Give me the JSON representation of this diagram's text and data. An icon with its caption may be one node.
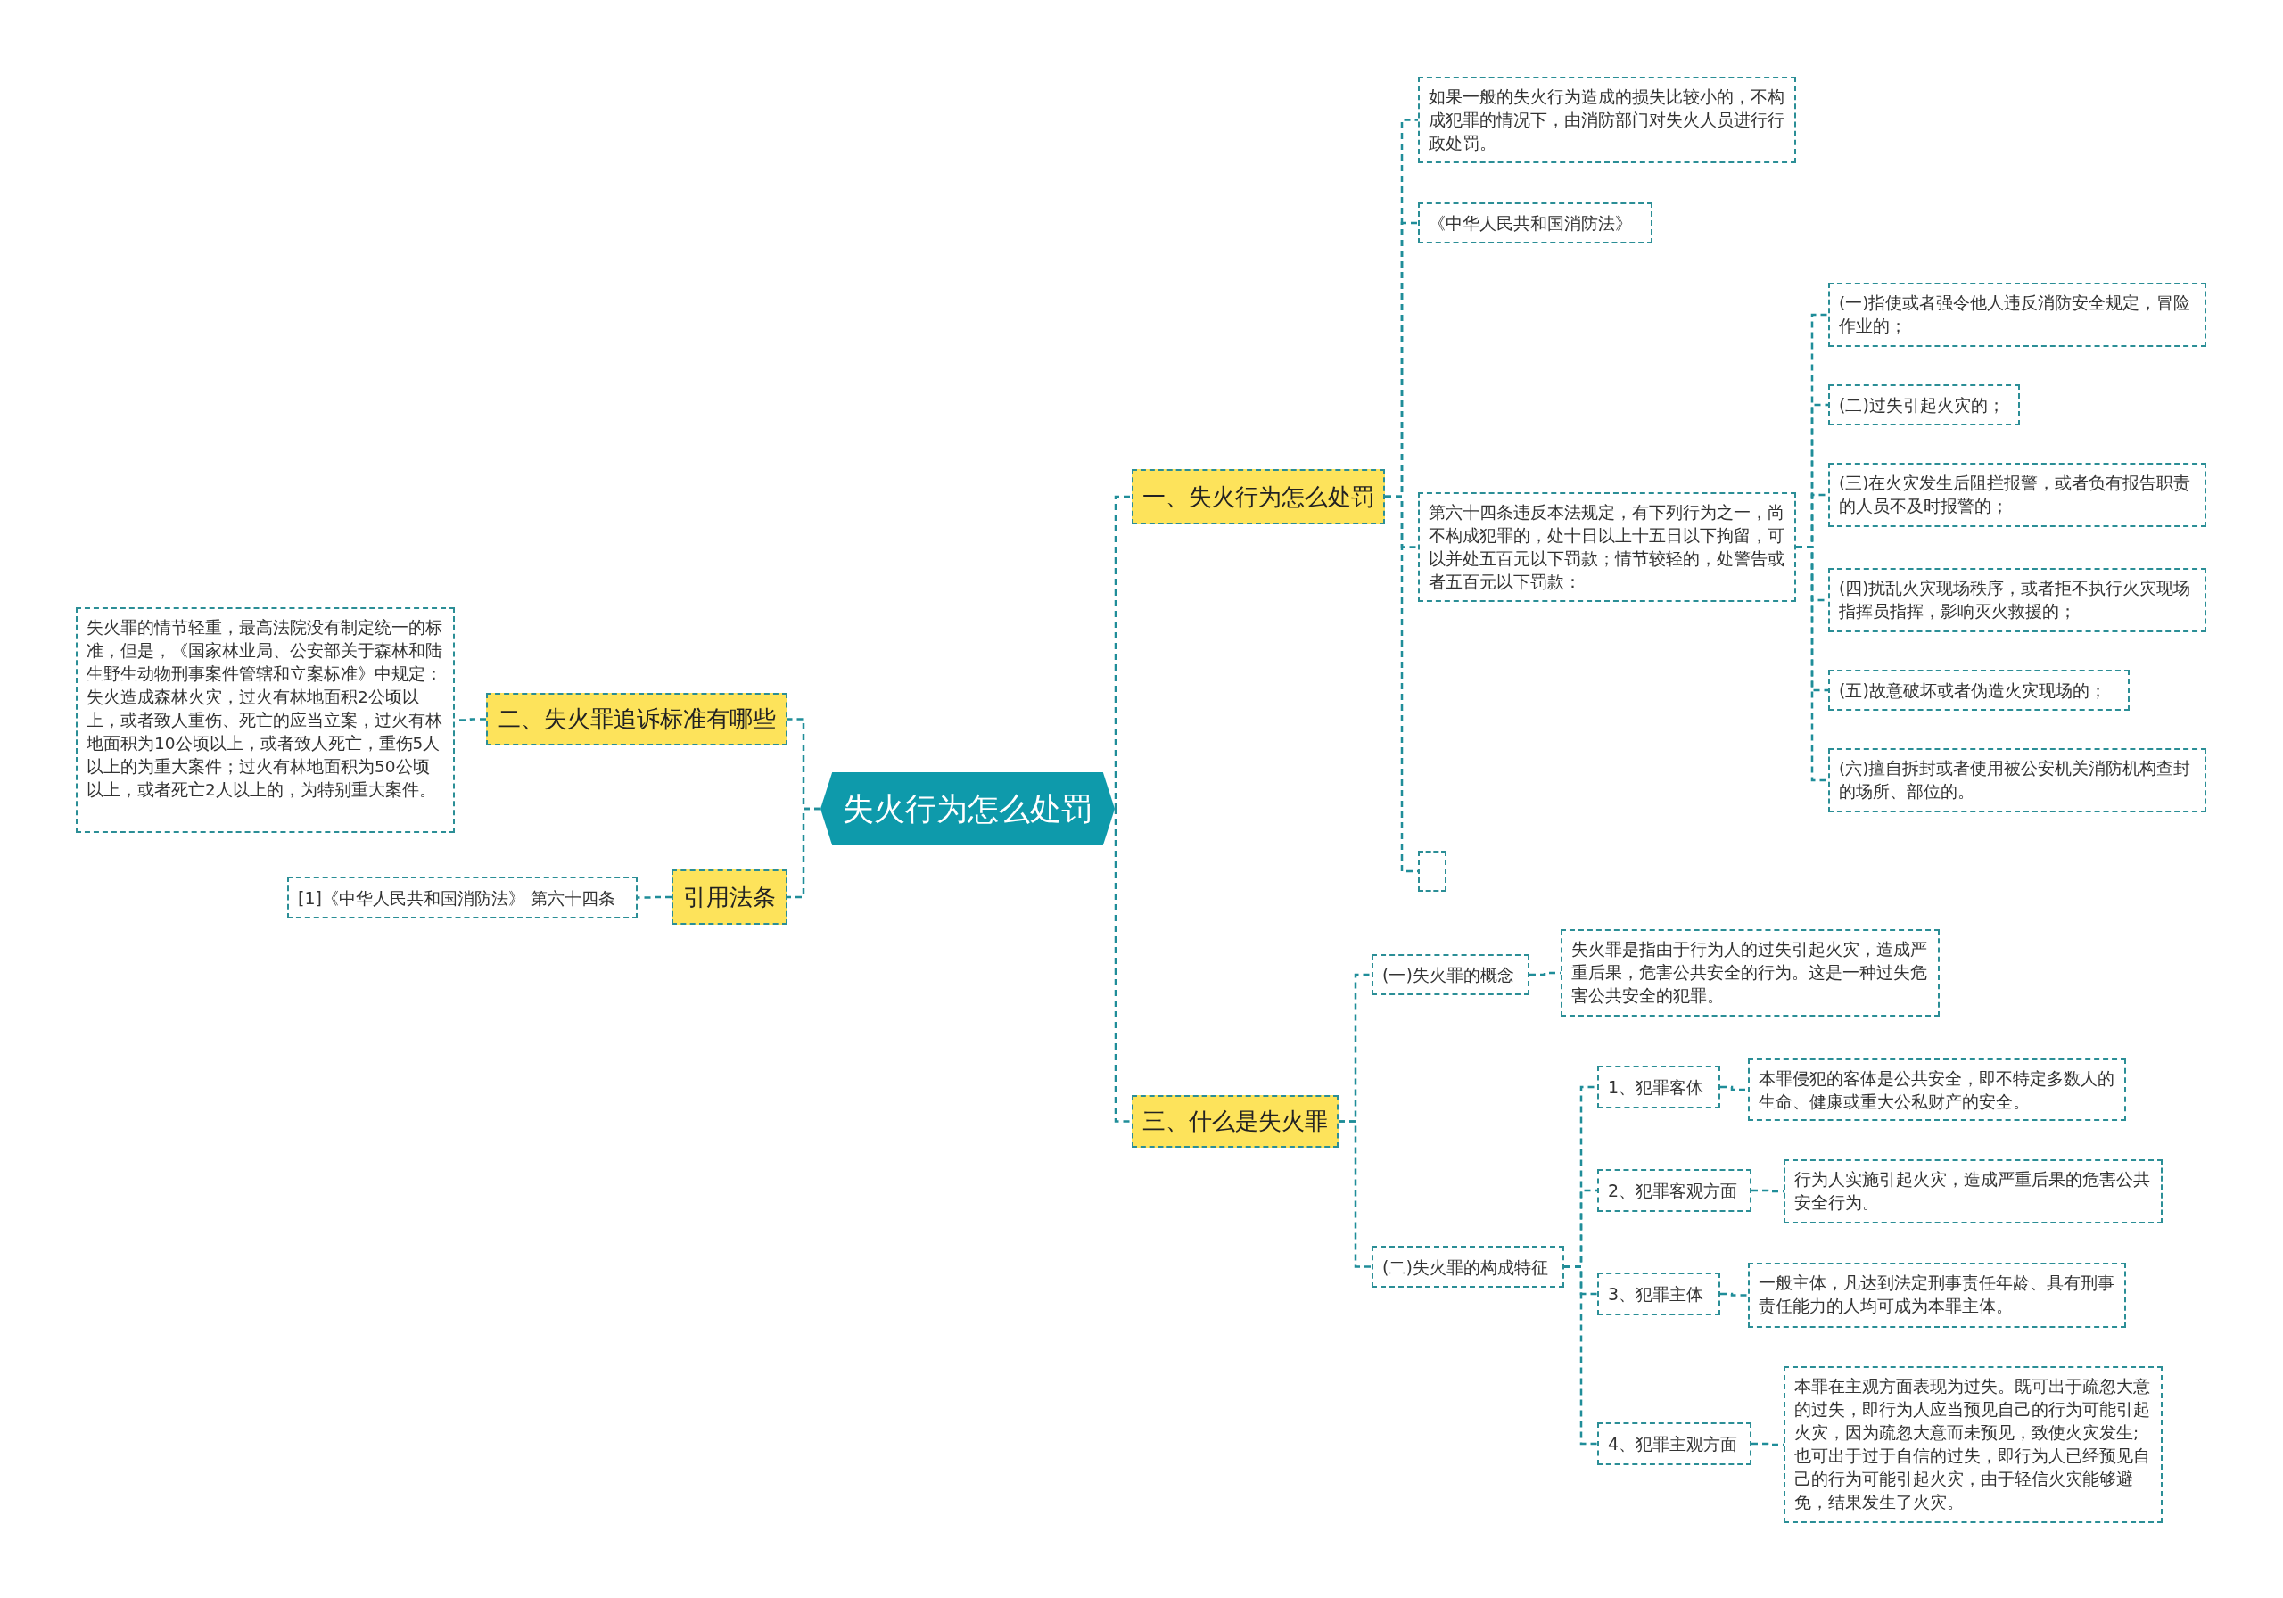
{
  "diagram": {
    "nodes": [
      {
        "text": [
          "失火行为怎么处罚"
        ]
      },
      {
        "text": [
          "一、失火行为怎么处罚"
        ]
      },
      {
        "text": [
          "如果一般的失火行为造成的损失比较小的，不构成犯罪的情况下，由消防部门对失火人员进行行政处罚。"
        ]
      },
      {
        "text": [
          "《中华人民共和国消防法》"
        ]
      },
      {
        "text": [
          "第六十四条违反本法规定，有下列行为之一，尚不构成犯罪的，处十日以上十五日以下拘留，可以并处五百元以下罚款；情节较轻的，处警告或者五百元以下罚款："
        ]
      },
      {
        "text": [
          "(一)指使或者强令他人违反消防安全规定，冒险作业的；"
        ]
      },
      {
        "text": [
          "(二)过失引起火灾的；"
        ]
      },
      {
        "text": [
          "(三)在火灾发生后阻拦报警，或者负有报告职责的人员不及时报警的；"
        ]
      },
      {
        "text": [
          "(四)扰乱火灾现场秩序，或者拒不执行火灾现场指挥员指挥，影响灭火救援的；"
        ]
      },
      {
        "text": [
          "(五)故意破坏或者伪造火灾现场的；"
        ]
      },
      {
        "text": [
          "(六)擅自拆封或者使用被公安机关消防机构查封的场所、部位的。"
        ]
      },
      {
        "text": [],
        "shape": "box"
      },
      {
        "text": [
          "三、什么是失火罪"
        ]
      },
      {
        "text": [
          "(一)失火罪的概念"
        ]
      },
      {
        "text": [
          "失火罪是指由于行为人的过失引起火灾，造成严重后果，危害公共安全的行为。这是一种过失危害公共安全的犯罪。"
        ]
      },
      {
        "text": [
          "(二)失火罪的构成特征"
        ]
      },
      {
        "text": [
          "1、犯罪客体"
        ]
      },
      {
        "text": [
          "本罪侵犯的客体是公共安全，即不特定多数人的生命、健康或重大公私财产的安全。"
        ]
      },
      {
        "text": [
          "2、犯罪客观方面"
        ]
      },
      {
        "text": [
          "行为人实施引起火灾，造成严重后果的危害公共安全行为。"
        ]
      },
      {
        "text": [
          "3、犯罪主体"
        ]
      },
      {
        "text": [
          "一般主体，凡达到法定刑事责任年龄、具有刑事责任能力的人均可成为本罪主体。"
        ]
      },
      {
        "text": [
          "4、犯罪主观方面"
        ]
      },
      {
        "text": [
          "本罪在主观方面表现为过失。既可出于疏忽大意的过失，即行为人应当预见自己的行为可能引起火灾，因为疏忽大意而未预见，致使火灾发生;也可出于过于自信的过失，即行为人已经预见自己的行为可能引起火灾，由于轻信火灾能够避免，结果发生了火灾。"
        ]
      },
      {
        "text": [
          "二、失火罪追诉标准有哪些"
        ]
      },
      {
        "text": [
          "失火罪的情节轻重，最高法院没有制定统一的标准，但是，《国家林业局、公安部关于森林和陆生野生动物刑事案件管辖和立案标准》中规定：失火造成森林火灾，过火有林地面积2公顷以上，或者致人重伤、死亡的应当立案，过火有林地面积为10公顷以上，或者致人死亡，重伤5人以上的为重大案件；过火有林地面积为50公顷以上，或者死亡2人以上的，为特别重大案件。"
        ]
      },
      {
        "text": [
          "引用法条"
        ]
      },
      {
        "text": [
          "[1]《中华人民共和国消防法》 第六十四条"
        ]
      }
    ],
    "edges": [
      {
        "from": 0,
        "to": 1,
        "arrow": "none"
      },
      {
        "from": 0,
        "to": 12,
        "arrow": "none"
      },
      {
        "from": 0,
        "to": 24,
        "arrow": "none"
      },
      {
        "from": 0,
        "to": 26,
        "arrow": "none"
      },
      {
        "from": 1,
        "to": 2,
        "arrow": "none"
      },
      {
        "from": 1,
        "to": 3,
        "arrow": "none"
      },
      {
        "from": 1,
        "to": 4,
        "arrow": "none"
      },
      {
        "from": 1,
        "to": 11,
        "arrow": "none"
      },
      {
        "from": 4,
        "to": 5,
        "arrow": "none"
      },
      {
        "from": 4,
        "to": 6,
        "arrow": "none"
      },
      {
        "from": 4,
        "to": 7,
        "arrow": "none"
      },
      {
        "from": 4,
        "to": 8,
        "arrow": "none"
      },
      {
        "from": 4,
        "to": 9,
        "arrow": "none"
      },
      {
        "from": 4,
        "to": 10,
        "arrow": "none"
      },
      {
        "from": 12,
        "to": 13,
        "arrow": "none"
      },
      {
        "from": 12,
        "to": 15,
        "arrow": "none"
      },
      {
        "from": 13,
        "to": 14,
        "arrow": "none"
      },
      {
        "from": 15,
        "to": 16,
        "arrow": "none"
      },
      {
        "from": 15,
        "to": 18,
        "arrow": "none"
      },
      {
        "from": 15,
        "to": 20,
        "arrow": "none"
      },
      {
        "from": 15,
        "to": 22,
        "arrow": "none"
      },
      {
        "from": 16,
        "to": 17,
        "arrow": "none"
      },
      {
        "from": 18,
        "to": 19,
        "arrow": "none"
      },
      {
        "from": 20,
        "to": 21,
        "arrow": "none"
      },
      {
        "from": 22,
        "to": 23,
        "arrow": "none"
      },
      {
        "from": 24,
        "to": 25,
        "arrow": "none"
      },
      {
        "from": 26,
        "to": 27,
        "arrow": "none"
      }
    ]
  }
}
